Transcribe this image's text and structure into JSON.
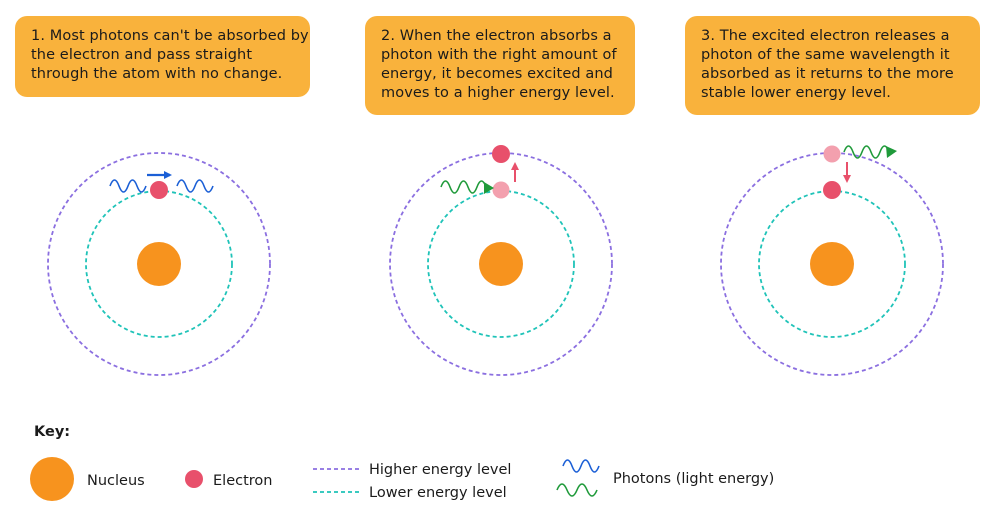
{
  "steps": [
    {
      "lines": [
        "1. Most photons can't be absorbed by",
        "the electron and pass straight",
        "through the atom with no change."
      ]
    },
    {
      "lines": [
        "2. When the electron absorbs a",
        "photon with the right amount of",
        "energy, it becomes excited and",
        "moves to a higher energy level."
      ]
    },
    {
      "lines": [
        "3. The excited electron releases a",
        "photon of the same wavelength it",
        "absorbed as it returns to the more",
        "stable lower energy level."
      ]
    }
  ],
  "key": {
    "title": "Key:",
    "nucleus": "Nucleus",
    "electron": "Electron",
    "higher": "Higher energy level",
    "lower": "Lower energy level",
    "photons": "Photons (light energy)"
  },
  "colors": {
    "card": "#f9b23c",
    "nucleus": "#f7931e",
    "electron": "#e8506b",
    "electron_faded": "#f3a0ae",
    "higher_level": "#8b6fe0",
    "lower_level": "#1fc3b8",
    "photon_blue": "#1b5fd6",
    "photon_green": "#1f9a3a"
  }
}
